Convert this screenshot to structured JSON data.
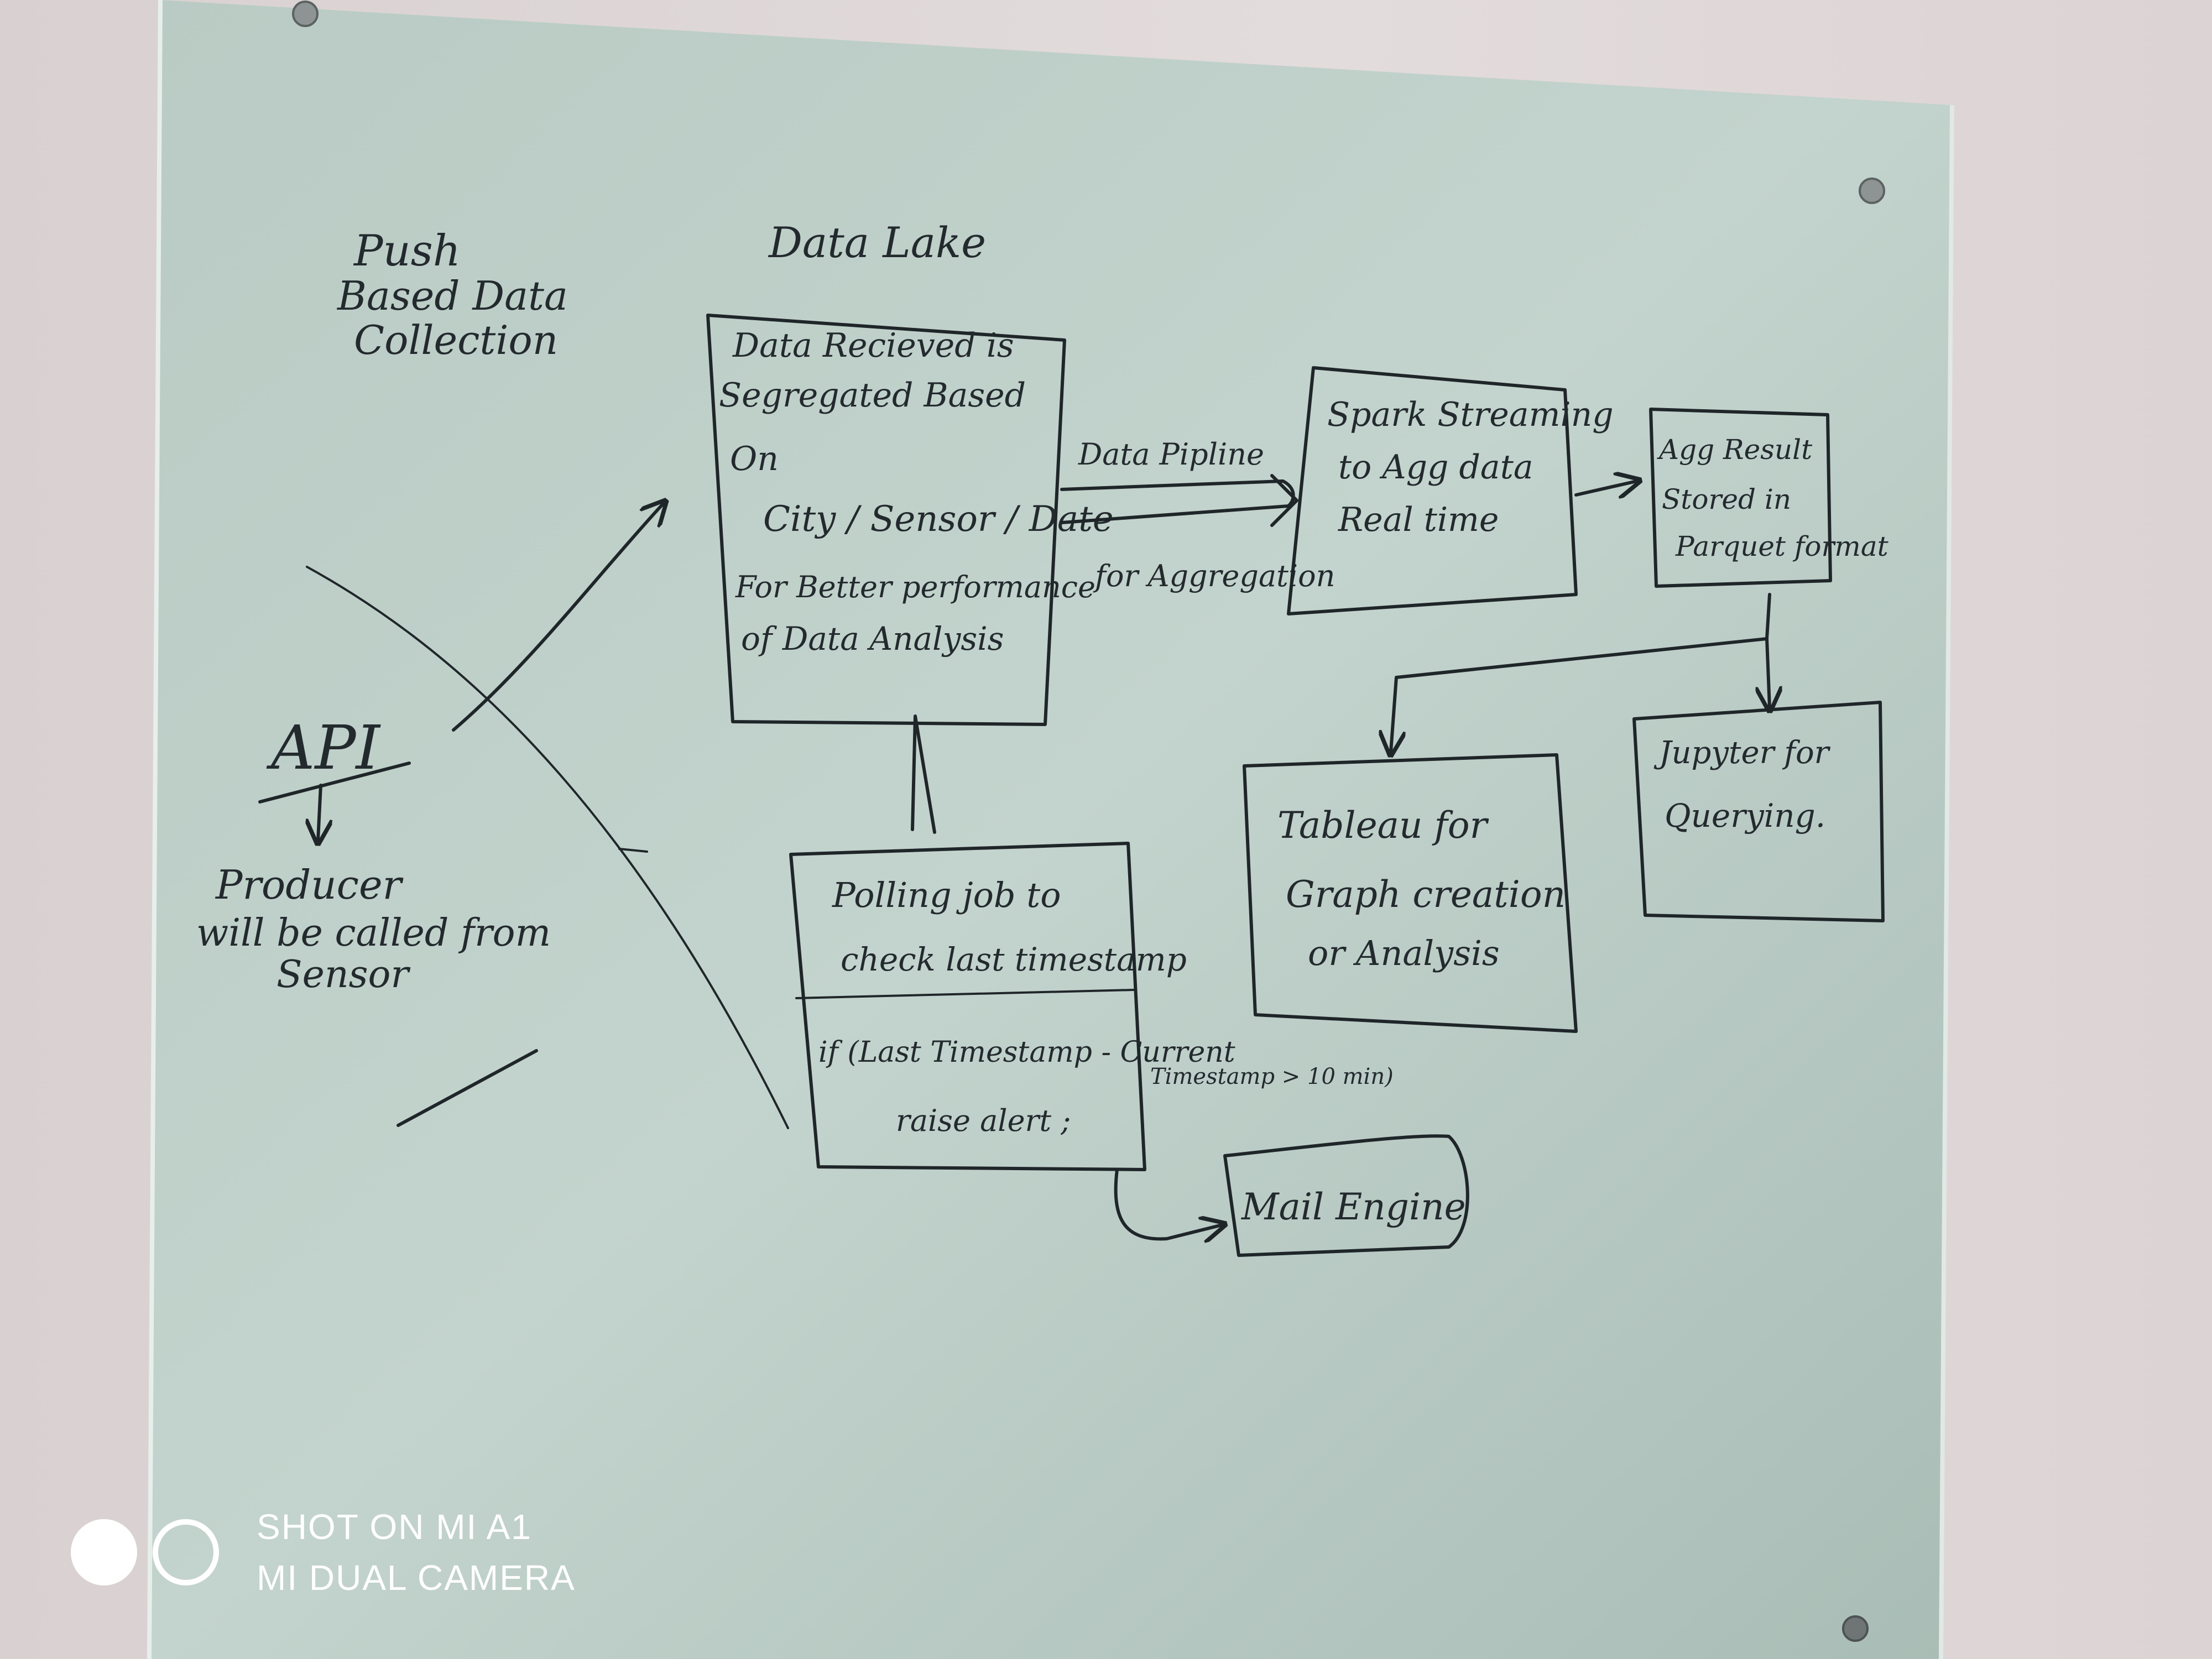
{
  "board": {
    "title_push": "Push Based Data Collection",
    "data_lake_label": "Data Lake",
    "api_label": "API",
    "producer_note": [
      "Producer",
      "will be called from",
      "Sensor"
    ],
    "lake_box": [
      "Data Recieved is",
      "Segregated Based",
      "On",
      "City / Sensor / Date",
      "For Better performance",
      "of Data Analysis"
    ],
    "pipeline_label": "Data Pipline",
    "aggregation_label": "for Aggregation",
    "spark_box": [
      "Spark Streaming",
      "to Agg data",
      "Real time"
    ],
    "parquet_box": [
      "Agg Result",
      "Stored in",
      "Parquet format"
    ],
    "tableau_box": [
      "Tableau for",
      "Graph creation",
      "or Analysis"
    ],
    "jupyter_box": [
      "Jupyter for",
      "Querying."
    ],
    "polling_box": [
      "Polling job to",
      "check last timestamp",
      "if (Last Timestamp - Current",
      "Timestamp > 10 min)",
      "raise alert ;"
    ],
    "mail_box": "Mail Engine"
  },
  "watermark": {
    "line1": "SHOT ON MI A1",
    "line2": "MI DUAL CAMERA"
  }
}
